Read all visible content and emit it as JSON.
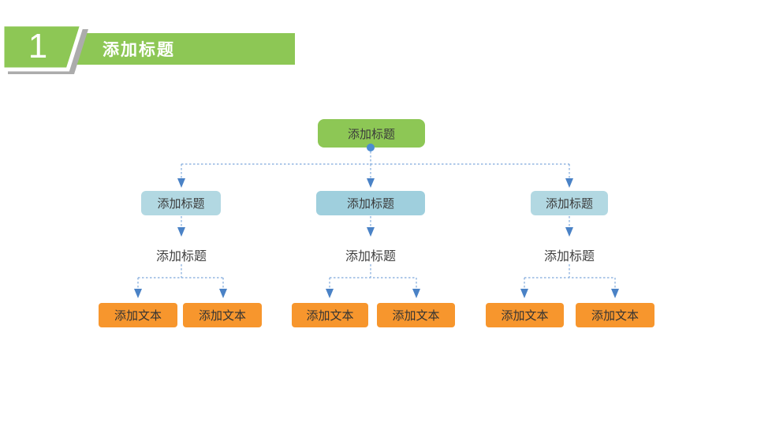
{
  "slide": {
    "section_number": "1",
    "title": "添加标题"
  },
  "colors": {
    "green": "#8dc755",
    "header_shadow_gray": "#acacac",
    "blue_box_side": "#b2d8e2",
    "blue_box_middle": "#9fcfdd",
    "orange": "#f7962d",
    "connector_line_blue": "#7fa9dc",
    "arrowhead_blue": "#4a82c6",
    "junction_dot_blue": "#4c8cd2",
    "node_text": "#3b3b3b",
    "title_text": "#ffffff"
  },
  "tree": {
    "root": {
      "label": "添加标题"
    },
    "level2": [
      "添加标题",
      "添加标题",
      "添加标题"
    ],
    "level3": [
      "添加标题",
      "添加标题",
      "添加标题"
    ],
    "level4": [
      "添加文本",
      "添加文本",
      "添加文本",
      "添加文本",
      "添加文本",
      "添加文本"
    ]
  }
}
